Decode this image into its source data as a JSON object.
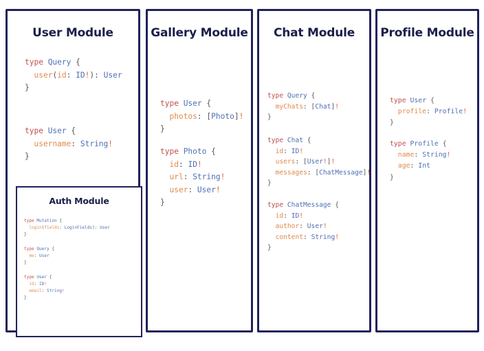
{
  "panels": [
    {
      "id": "user",
      "title": "User Module",
      "blocks": [
        [
          [
            [
              "k",
              "type "
            ],
            [
              "t",
              "Query"
            ],
            [
              "p",
              " {"
            ]
          ],
          [
            [
              "p",
              "  "
            ],
            [
              "f",
              "user"
            ],
            [
              "p",
              "("
            ],
            [
              "f",
              "id"
            ],
            [
              "p",
              ": "
            ],
            [
              "t",
              "ID"
            ],
            [
              "b",
              "!"
            ],
            [
              "p",
              "): "
            ],
            [
              "t",
              "User"
            ]
          ],
          [
            [
              "p",
              "}"
            ]
          ]
        ],
        [
          [
            [
              "k",
              "type "
            ],
            [
              "t",
              "User"
            ],
            [
              "p",
              " {"
            ]
          ],
          [
            [
              "p",
              "  "
            ],
            [
              "f",
              "username"
            ],
            [
              "p",
              ": "
            ],
            [
              "t",
              "String"
            ],
            [
              "b",
              "!"
            ]
          ],
          [
            [
              "p",
              "}"
            ]
          ]
        ]
      ]
    },
    {
      "id": "gallery",
      "title": "Gallery Module",
      "blocks": [
        [
          [
            [
              "k",
              "type "
            ],
            [
              "t",
              "User"
            ],
            [
              "p",
              " {"
            ]
          ],
          [
            [
              "p",
              "  "
            ],
            [
              "f",
              "photos"
            ],
            [
              "p",
              ": ["
            ],
            [
              "t",
              "Photo"
            ],
            [
              "p",
              "]"
            ],
            [
              "b",
              "!"
            ]
          ],
          [
            [
              "p",
              "}"
            ]
          ]
        ],
        [
          [
            [
              "k",
              "type "
            ],
            [
              "t",
              "Photo"
            ],
            [
              "p",
              " {"
            ]
          ],
          [
            [
              "p",
              "  "
            ],
            [
              "f",
              "id"
            ],
            [
              "p",
              ": "
            ],
            [
              "t",
              "ID"
            ],
            [
              "b",
              "!"
            ]
          ],
          [
            [
              "p",
              "  "
            ],
            [
              "f",
              "url"
            ],
            [
              "p",
              ": "
            ],
            [
              "t",
              "String"
            ],
            [
              "b",
              "!"
            ]
          ],
          [
            [
              "p",
              "  "
            ],
            [
              "f",
              "user"
            ],
            [
              "p",
              ": "
            ],
            [
              "t",
              "User"
            ],
            [
              "b",
              "!"
            ]
          ],
          [
            [
              "p",
              "}"
            ]
          ]
        ]
      ]
    },
    {
      "id": "chat",
      "title": "Chat Module",
      "blocks": [
        [
          [
            [
              "k",
              "type "
            ],
            [
              "t",
              "Query"
            ],
            [
              "p",
              " {"
            ]
          ],
          [
            [
              "p",
              "  "
            ],
            [
              "f",
              "myChats"
            ],
            [
              "p",
              ": ["
            ],
            [
              "t",
              "Chat"
            ],
            [
              "p",
              "]"
            ],
            [
              "b",
              "!"
            ]
          ],
          [
            [
              "p",
              "}"
            ]
          ]
        ],
        [
          [
            [
              "k",
              "type "
            ],
            [
              "t",
              "Chat"
            ],
            [
              "p",
              " {"
            ]
          ],
          [
            [
              "p",
              "  "
            ],
            [
              "f",
              "id"
            ],
            [
              "p",
              ": "
            ],
            [
              "t",
              "ID"
            ],
            [
              "b",
              "!"
            ]
          ],
          [
            [
              "p",
              "  "
            ],
            [
              "f",
              "users"
            ],
            [
              "p",
              ": ["
            ],
            [
              "t",
              "User"
            ],
            [
              "b",
              "!"
            ],
            [
              "p",
              "]"
            ],
            [
              "b",
              "!"
            ]
          ],
          [
            [
              "p",
              "  "
            ],
            [
              "f",
              "messages"
            ],
            [
              "p",
              ": ["
            ],
            [
              "t",
              "ChatMessage"
            ],
            [
              "p",
              "]"
            ],
            [
              "b",
              "!"
            ]
          ],
          [
            [
              "p",
              "}"
            ]
          ]
        ],
        [
          [
            [
              "k",
              "type "
            ],
            [
              "t",
              "ChatMessage"
            ],
            [
              "p",
              " {"
            ]
          ],
          [
            [
              "p",
              "  "
            ],
            [
              "f",
              "id"
            ],
            [
              "p",
              ": "
            ],
            [
              "t",
              "ID"
            ],
            [
              "b",
              "!"
            ]
          ],
          [
            [
              "p",
              "  "
            ],
            [
              "f",
              "author"
            ],
            [
              "p",
              ": "
            ],
            [
              "t",
              "User"
            ],
            [
              "b",
              "!"
            ]
          ],
          [
            [
              "p",
              "  "
            ],
            [
              "f",
              "content"
            ],
            [
              "p",
              ": "
            ],
            [
              "t",
              "String"
            ],
            [
              "b",
              "!"
            ]
          ],
          [
            [
              "p",
              "}"
            ]
          ]
        ]
      ]
    },
    {
      "id": "profile",
      "title": "Profile Module",
      "blocks": [
        [
          [
            [
              "k",
              "type "
            ],
            [
              "t",
              "User"
            ],
            [
              "p",
              " {"
            ]
          ],
          [
            [
              "p",
              "  "
            ],
            [
              "f",
              "profile"
            ],
            [
              "p",
              ": "
            ],
            [
              "t",
              "Profile"
            ],
            [
              "b",
              "!"
            ]
          ],
          [
            [
              "p",
              "}"
            ]
          ]
        ],
        [
          [
            [
              "k",
              "type "
            ],
            [
              "t",
              "Profile"
            ],
            [
              "p",
              " {"
            ]
          ],
          [
            [
              "p",
              "  "
            ],
            [
              "f",
              "name"
            ],
            [
              "p",
              ": "
            ],
            [
              "t",
              "String"
            ],
            [
              "b",
              "!"
            ]
          ],
          [
            [
              "p",
              "  "
            ],
            [
              "f",
              "age"
            ],
            [
              "p",
              ": "
            ],
            [
              "t",
              "Int"
            ]
          ],
          [
            [
              "p",
              "}"
            ]
          ]
        ]
      ]
    }
  ],
  "auth_panel": {
    "id": "auth",
    "title": "Auth Module",
    "blocks": [
      [
        [
          [
            "k",
            "type "
          ],
          [
            "t",
            "Mutation"
          ],
          [
            "p",
            " {"
          ]
        ],
        [
          [
            "p",
            "  "
          ],
          [
            "f",
            "login"
          ],
          [
            "p",
            "("
          ],
          [
            "f",
            "fields"
          ],
          [
            "p",
            ": "
          ],
          [
            "t",
            "LoginFields"
          ],
          [
            "p",
            "): "
          ],
          [
            "t",
            "User"
          ]
        ],
        [
          [
            "p",
            "}"
          ]
        ]
      ],
      [
        [
          [
            "k",
            "type "
          ],
          [
            "t",
            "Query"
          ],
          [
            "p",
            " {"
          ]
        ],
        [
          [
            "p",
            "  "
          ],
          [
            "f",
            "me"
          ],
          [
            "p",
            ": "
          ],
          [
            "t",
            "User"
          ]
        ],
        [
          [
            "p",
            "}"
          ]
        ]
      ],
      [
        [
          [
            "k",
            "type "
          ],
          [
            "t",
            "User"
          ],
          [
            "p",
            " {"
          ]
        ],
        [
          [
            "p",
            "  "
          ],
          [
            "f",
            "id"
          ],
          [
            "p",
            ": "
          ],
          [
            "t",
            "ID"
          ],
          [
            "b",
            "!"
          ]
        ],
        [
          [
            "p",
            "  "
          ],
          [
            "f",
            "email"
          ],
          [
            "p",
            ": "
          ],
          [
            "t",
            "String"
          ],
          [
            "b",
            "!"
          ]
        ],
        [
          [
            "p",
            "}"
          ]
        ]
      ]
    ]
  },
  "colors": {
    "border": "#20215c",
    "title": "#1b1f4b",
    "keyword": "#c0504d",
    "type": "#4f6fb3",
    "field": "#e08a4c",
    "punct": "#5a5a5a",
    "bang": "#e0603a",
    "background": "#ffffff"
  }
}
